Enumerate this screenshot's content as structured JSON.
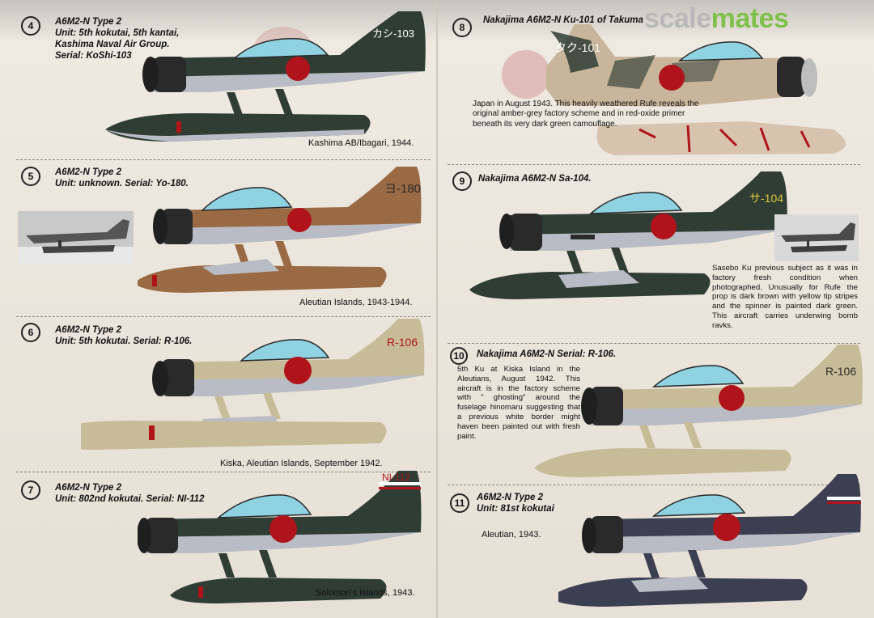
{
  "watermark": {
    "part1": "scale",
    "part2": "mates"
  },
  "entries": [
    {
      "num": "4",
      "lines": [
        "A6M2-N Type 2",
        "Unit: 5th kokutai, 5th kantai,",
        "Kashima Naval Air Group.",
        "Serial: KoShi-103"
      ],
      "tail_code": "カシ-103",
      "caption": "Kashima AB/Ibagari, 1944."
    },
    {
      "num": "5",
      "lines": [
        "A6M2-N Type 2",
        "Unit: unknown. Serial: Yo-180."
      ],
      "tail_code": "ヨ-180",
      "caption": "Aleutian Islands, 1943-1944."
    },
    {
      "num": "6",
      "lines": [
        "A6M2-N Type 2",
        "Unit: 5th kokutai. Serial: R-106."
      ],
      "tail_code": "R-106",
      "caption": "Kiska, Aleutian Islands, September 1942."
    },
    {
      "num": "7",
      "lines": [
        "A6M2-N Type 2",
        "Unit: 802nd kokutai. Serial: NI-112"
      ],
      "tail_code": "NI-112",
      "caption": "Solomon's Islands, 1943."
    },
    {
      "num": "8",
      "lines": [
        "Nakajima A6M2-N Ku-101 of Takuma"
      ],
      "tail_code": "タク-101",
      "description": "Japan in August 1943. This heavily weathered Rufe reveals the original amber-grey factory scheme and in red-oxide primer beneath its very dark green camouflage."
    },
    {
      "num": "9",
      "lines": [
        "Nakajima A6M2-N Sa-104."
      ],
      "tail_code": "サ-104",
      "description": "Sasebo Ku previous subject as it was in factory fresh condition when photographed. Unusually for Rufe the prop is dark brown with yellow tip stripes and the spinner is painted dark green. This aircraft carries underwing bomb ravks."
    },
    {
      "num": "10",
      "lines": [
        "Nakajima A6M2-N Serial: R-106."
      ],
      "tail_code": "R-106",
      "description": "5th Ku at Kiska Island in the Aleutians, August 1942. This aircraft is in the factory scheme with \" ghosting\" around the fuselage hinomaru suggesting that a previous white border might haven been painted out with fresh paint."
    },
    {
      "num": "11",
      "lines": [
        "A6M2-N Type 2",
        "Unit: 81st kokutai"
      ],
      "caption": "Aleutian, 1943."
    }
  ],
  "colors": {
    "dark_green": "#2f3d35",
    "brown": "#9a6a44",
    "amber_grey": "#c8bc98",
    "navy_grey": "#3c3f52",
    "weathered": "#c9b59c",
    "hinomaru": "#b0141a",
    "canopy": "#8fd3e3",
    "underside_grey": "#b9bcc4",
    "engine_black": "#2a2a2a"
  }
}
